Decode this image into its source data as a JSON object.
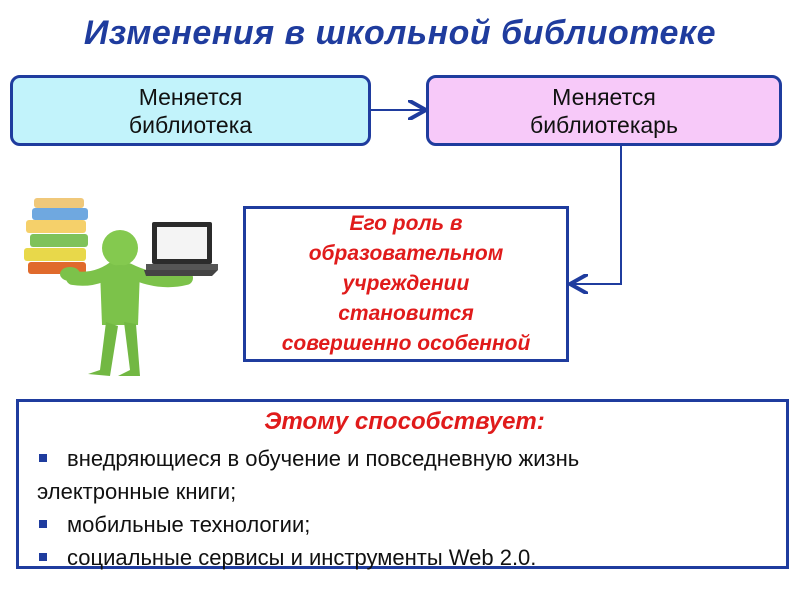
{
  "title": "Изменения в школьной библиотеке",
  "boxes": {
    "left": "Меняется\nбиблиотека",
    "right": "Меняется\nбиблиотекарь"
  },
  "role": "Его роль в\nобразовательном\nучреждении\nстановится\nсовершенно особенной",
  "factors": {
    "heading": "Этому способствует:",
    "items": [
      "внедряющиеся в обучение и повседневную жизнь",
      "электронные книги;",
      "мобильные технологии;",
      "социальные сервисы и инструменты Web 2.0."
    ]
  },
  "colors": {
    "accent": "#1f3c9e",
    "red_text": "#e01b1b",
    "left_box": "#c2f3fb",
    "right_box": "#f7c9f9"
  },
  "illustration": "figure-with-books-and-laptop"
}
